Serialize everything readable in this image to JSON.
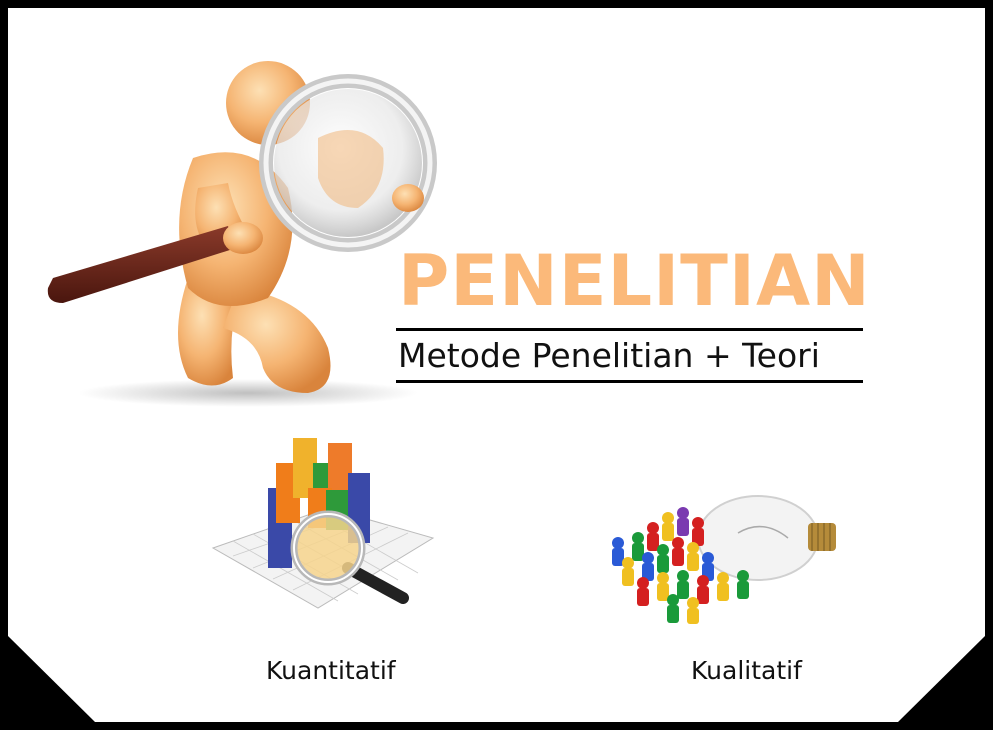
{
  "header": {
    "title": "PENELITIAN",
    "subtitle": "Metode Penelitian + Teori"
  },
  "options": [
    {
      "label": "Kuantitatif",
      "icon": "bar-chart-magnifier-icon"
    },
    {
      "label": "Kualitatif",
      "icon": "people-lightbulb-icon"
    }
  ],
  "hero": {
    "icon": "figure-magnifier-icon"
  },
  "colors": {
    "accent": "#fbb97a",
    "text": "#111111",
    "frame": "#000000"
  }
}
